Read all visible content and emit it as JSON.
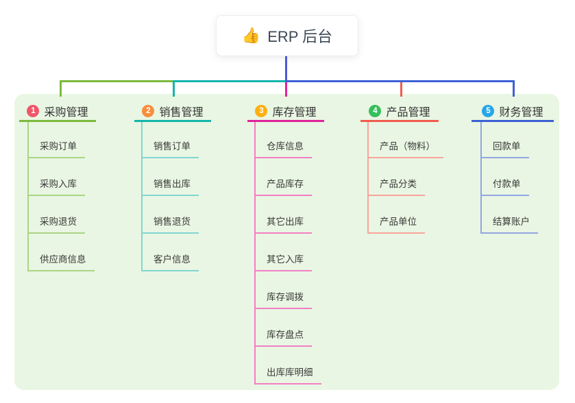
{
  "root": {
    "title": "ERP 后台",
    "icon": "thumbs-up-icon",
    "emoji": "👍",
    "line_color": "#4a5ad8"
  },
  "panel": {
    "background": "#e9f6e3"
  },
  "branches": [
    {
      "badge": "1",
      "title": "采购管理",
      "badge_color": "#f0566b",
      "line_color": "#7cb93e",
      "sub_line_color": "#a9d584",
      "children": [
        "采购订单",
        "采购入库",
        "采购退货",
        "供应商信息"
      ]
    },
    {
      "badge": "2",
      "title": "销售管理",
      "badge_color": "#f78e3d",
      "line_color": "#13b5ac",
      "sub_line_color": "#7fd6d0",
      "children": [
        "销售订单",
        "销售出库",
        "销售退货",
        "客户信息"
      ]
    },
    {
      "badge": "3",
      "title": "库存管理",
      "badge_color": "#ffaf0f",
      "line_color": "#e0219a",
      "sub_line_color": "#f27fc4",
      "children": [
        "仓库信息",
        "产品库存",
        "其它出库",
        "其它入库",
        "库存调拨",
        "库存盘点",
        "出库库明细"
      ]
    },
    {
      "badge": "4",
      "title": "产品管理",
      "badge_color": "#36be5b",
      "line_color": "#f25b4e",
      "sub_line_color": "#f8a49c",
      "children": [
        "产品（物料）",
        "产品分类",
        "产品单位"
      ]
    },
    {
      "badge": "5",
      "title": "财务管理",
      "badge_color": "#27a6ea",
      "line_color": "#3d5fd5",
      "sub_line_color": "#92a5e3",
      "children": [
        "回款单",
        "付款单",
        "结算账户"
      ]
    }
  ]
}
